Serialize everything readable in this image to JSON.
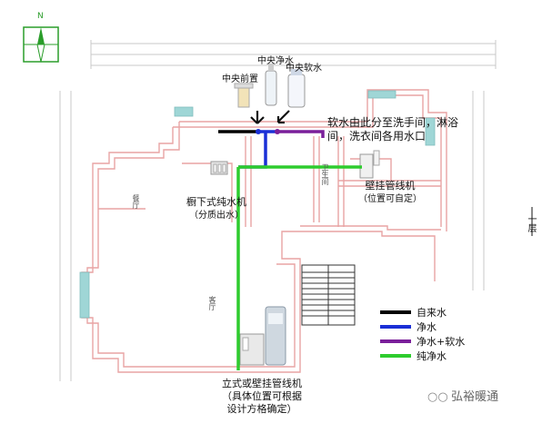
{
  "labels": {
    "central_pre_filter": "中央前置",
    "central_purifier": "中央净水",
    "central_softener": "中央软水",
    "soft_water_note": "软水由此分至洗手间，淋浴间，洗衣间各用水口",
    "wall_pipeline_machine": "壁挂管线机",
    "wall_pipeline_machine_note": "（位置可自定）",
    "undersink_purifier": "橱下式纯水机",
    "undersink_purifier_note": "（分质出水）",
    "standing_machine": "立式或壁挂管线机",
    "standing_machine_note_1": "（具体位置可根据",
    "standing_machine_note_2": "设计方格确定）",
    "room_dining": "餐厅",
    "room_living": "客厅",
    "room_bath": "卫生间",
    "side_letter": "一层"
  },
  "legend": [
    {
      "label": "自来水",
      "color": "#000000"
    },
    {
      "label": "净水",
      "color": "#1a2fd6"
    },
    {
      "label": "净水+软水",
      "color": "#7a1f9a"
    },
    {
      "label": "纯净水",
      "color": "#2ecc2e"
    }
  ],
  "watermark": "弘裕暖通",
  "colors": {
    "wall": "#e8a4a4",
    "window": "#9fd6d6",
    "tap_water": "#000000",
    "purified_water": "#1a2fd6",
    "purified_soft_water": "#7a1f9a",
    "pure_water": "#2ecc2e"
  }
}
